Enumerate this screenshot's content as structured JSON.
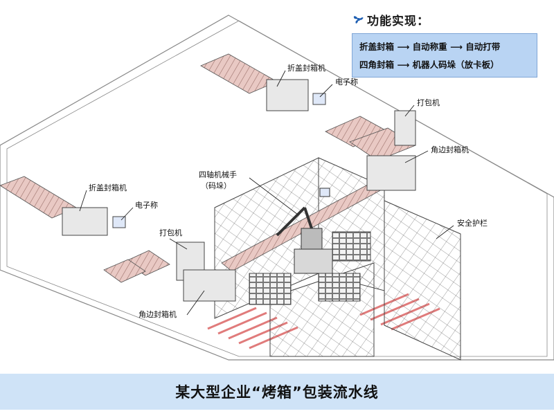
{
  "info": {
    "title": "功能实现：",
    "icon": "propeller-icon",
    "accent_color": "#1f5fb3",
    "panel_color": "#b9d4f3",
    "lines": [
      "折盖封箱 ⟶ 自动称重 ⟶ 自动打带",
      "四角封箱 ⟶ 机器人码垛（放卡板）"
    ]
  },
  "labels": {
    "top_folding_sealer": "折盖封箱机",
    "top_scale": "电子称",
    "top_strapper": "打包机",
    "top_corner_sealer": "角边封箱机",
    "robot_line1": "四轴机械手",
    "robot_line2": "（码垛）",
    "left_folding_sealer": "折盖封箱机",
    "left_scale": "电子称",
    "left_strapper": "打包机",
    "left_corner_sealer": "角边封箱机",
    "fence": "安全护栏"
  },
  "banner": {
    "title": "某大型企业“烤箱”包装流水线",
    "color": "#cfe3f7"
  }
}
